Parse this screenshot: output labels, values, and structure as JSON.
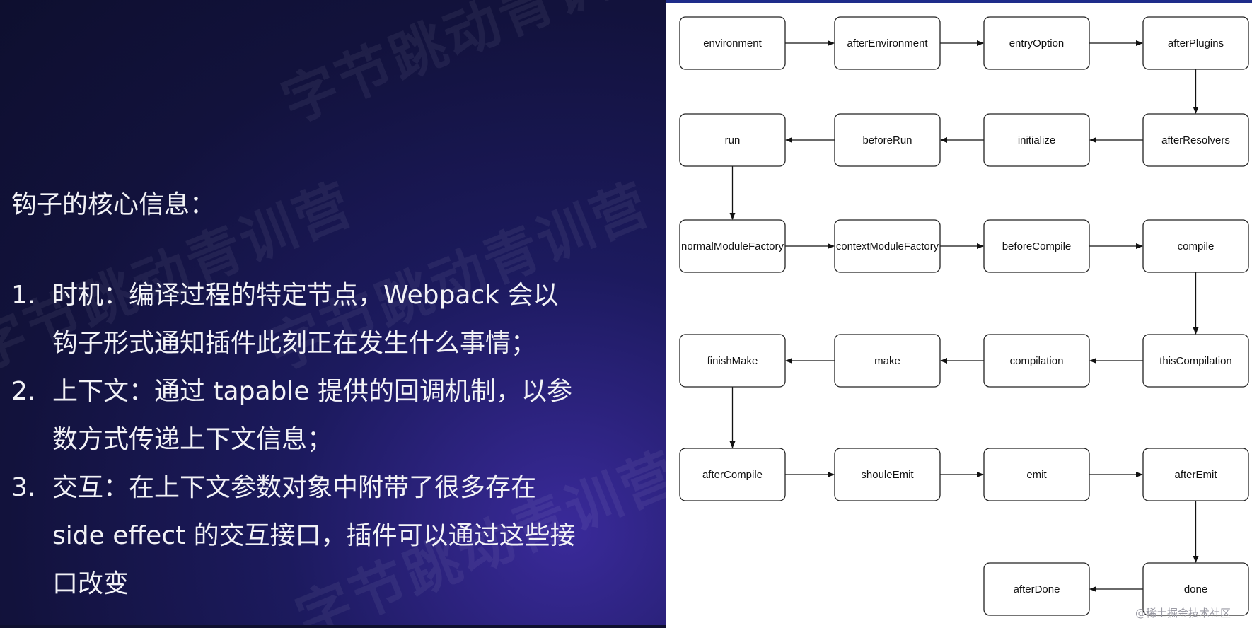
{
  "slide": {
    "heading": "钩子的核心信息：",
    "watermark": "字节跳动青训营",
    "points": [
      {
        "num": "1.",
        "lines": [
          "时机：编译过程的特定节点，Webpack 会以",
          "钩子形式通知插件此刻正在发生什么事情；"
        ]
      },
      {
        "num": "2.",
        "lines": [
          "上下文：通过 tapable 提供的回调机制，以参",
          "数方式传递上下文信息；"
        ]
      },
      {
        "num": "3.",
        "lines": [
          "交互：在上下文参数对象中附带了很多存在",
          "side effect 的交互接口，插件可以通过这些接",
          "口改变"
        ]
      }
    ]
  },
  "flowchart": {
    "nodes": [
      {
        "id": "environment",
        "label": "environment"
      },
      {
        "id": "afterEnvironment",
        "label": "afterEnvironment"
      },
      {
        "id": "entryOption",
        "label": "entryOption"
      },
      {
        "id": "afterPlugins",
        "label": "afterPlugins"
      },
      {
        "id": "afterResolvers",
        "label": "afterResolvers"
      },
      {
        "id": "initialize",
        "label": "initialize"
      },
      {
        "id": "beforeRun",
        "label": "beforeRun"
      },
      {
        "id": "run",
        "label": "run"
      },
      {
        "id": "normalModuleFactory",
        "label": "normalModuleFactory"
      },
      {
        "id": "contextModuleFactory",
        "label": "contextModuleFactory"
      },
      {
        "id": "beforeCompile",
        "label": "beforeCompile"
      },
      {
        "id": "compile",
        "label": "compile"
      },
      {
        "id": "thisCompilation",
        "label": "thisCompilation"
      },
      {
        "id": "compilation",
        "label": "compilation"
      },
      {
        "id": "make",
        "label": "make"
      },
      {
        "id": "finishMake",
        "label": "finishMake"
      },
      {
        "id": "afterCompile",
        "label": "afterCompile"
      },
      {
        "id": "shouleEmit",
        "label": "shouleEmit"
      },
      {
        "id": "emit",
        "label": "emit"
      },
      {
        "id": "afterEmit",
        "label": "afterEmit"
      },
      {
        "id": "done",
        "label": "done"
      },
      {
        "id": "afterDone",
        "label": "afterDone"
      }
    ],
    "edges": [
      [
        "environment",
        "afterEnvironment"
      ],
      [
        "afterEnvironment",
        "entryOption"
      ],
      [
        "entryOption",
        "afterPlugins"
      ],
      [
        "afterPlugins",
        "afterResolvers"
      ],
      [
        "afterResolvers",
        "initialize"
      ],
      [
        "initialize",
        "beforeRun"
      ],
      [
        "beforeRun",
        "run"
      ],
      [
        "run",
        "normalModuleFactory"
      ],
      [
        "normalModuleFactory",
        "contextModuleFactory"
      ],
      [
        "contextModuleFactory",
        "beforeCompile"
      ],
      [
        "beforeCompile",
        "compile"
      ],
      [
        "compile",
        "thisCompilation"
      ],
      [
        "thisCompilation",
        "compilation"
      ],
      [
        "compilation",
        "make"
      ],
      [
        "make",
        "finishMake"
      ],
      [
        "finishMake",
        "afterCompile"
      ],
      [
        "afterCompile",
        "shouleEmit"
      ],
      [
        "shouleEmit",
        "emit"
      ],
      [
        "emit",
        "afterEmit"
      ],
      [
        "afterEmit",
        "done"
      ],
      [
        "done",
        "afterDone"
      ]
    ]
  },
  "credit": "@稀土掘金技术社区"
}
